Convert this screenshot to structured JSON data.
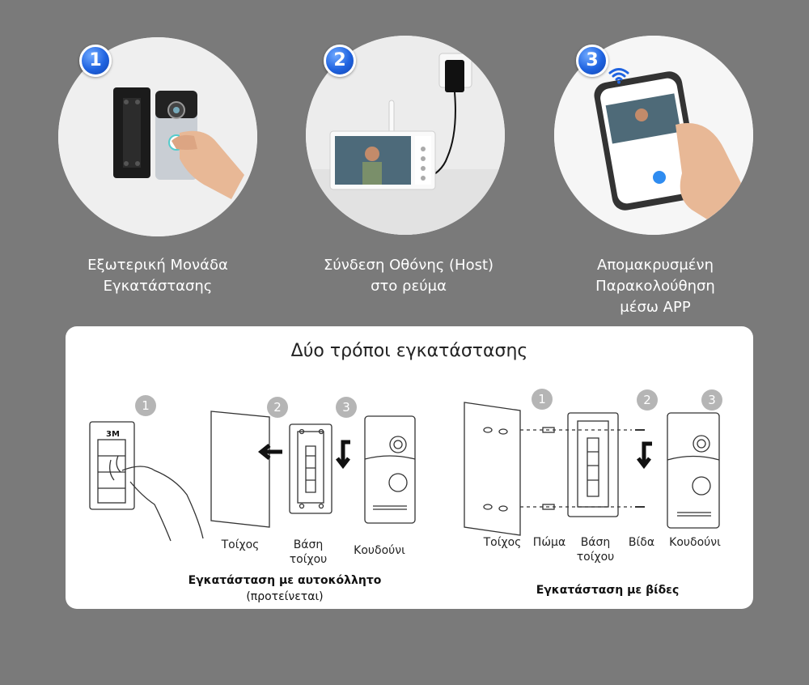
{
  "steps": [
    {
      "number": "1",
      "caption_line1": "Εξωτερική Μονάδα",
      "caption_line2": "Εγκατάστασης",
      "caption_line3": ""
    },
    {
      "number": "2",
      "caption_line1": "Σύνδεση Οθόνης (Host)",
      "caption_line2": "στο ρεύμα",
      "caption_line3": ""
    },
    {
      "number": "3",
      "caption_line1": "Απομακρυσμένη",
      "caption_line2": "Παρακολούθηση",
      "caption_line3": "μέσω APP"
    }
  ],
  "panel": {
    "title": "Δύο τρόποι εγκατάστασης",
    "left": {
      "steps": [
        "1",
        "2",
        "3"
      ],
      "sticker_label": "3M",
      "labels": {
        "wall": "Τοίχος",
        "base_line1": "Βάση",
        "base_line2": "τοίχου",
        "doorbell": "Κουδούνι"
      },
      "method_line1": "Εγκατάσταση με αυτοκόλλητο",
      "method_line2": "(προτείνεται)"
    },
    "right": {
      "steps": [
        "1",
        "2",
        "3"
      ],
      "labels": {
        "wall": "Τοίχος",
        "plug": "Πώμα",
        "base_line1": "Βάση",
        "base_line2": "τοίχου",
        "screw": "Βίδα",
        "doorbell": "Κουδούνι"
      },
      "method": "Εγκατάσταση με βίδες"
    }
  },
  "colors": {
    "background": "#7a7a7a",
    "badge": "#1f63e0",
    "step_gray": "#b5b5b5",
    "panel": "#ffffff"
  }
}
